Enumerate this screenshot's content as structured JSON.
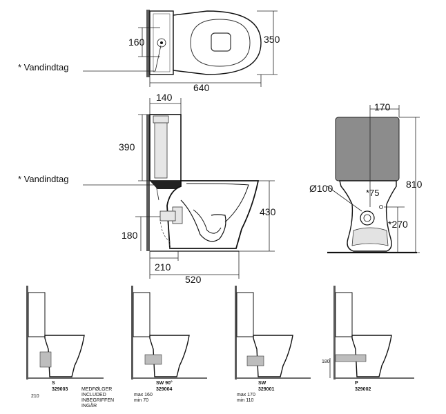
{
  "top_view": {
    "dim_width": "640",
    "dim_height": "350",
    "dim_inlet": "160",
    "inlet_label": "* Vandindtag"
  },
  "side_view": {
    "dim_tank_width": "140",
    "dim_tank_height": "390",
    "dim_bowl_height": "430",
    "dim_outlet_height": "180",
    "dim_outlet_offset": "210",
    "dim_depth": "520",
    "inlet_label": "* Vandindtag"
  },
  "front_view": {
    "dim_width": "170",
    "dim_pipe": "Ø100",
    "dim_inlet_offset": "*75",
    "dim_total_height": "810",
    "dim_inlet_height": "*270"
  },
  "variants": [
    {
      "code_type": "S",
      "code_number": "329003",
      "extra_dim": "210",
      "note_lines": [
        "MEDFØLGER",
        "INCLUDED",
        "INBEGRIFFEN",
        "INGÅR"
      ]
    },
    {
      "code_type": "SW 90°",
      "code_number": "329004",
      "range_lines": [
        "max 160",
        "min  70"
      ]
    },
    {
      "code_type": "SW",
      "code_number": "329001",
      "range_lines": [
        "max 170",
        "min 110"
      ]
    },
    {
      "code_type": "P",
      "code_number": "329002",
      "extra_dim": "180"
    }
  ]
}
